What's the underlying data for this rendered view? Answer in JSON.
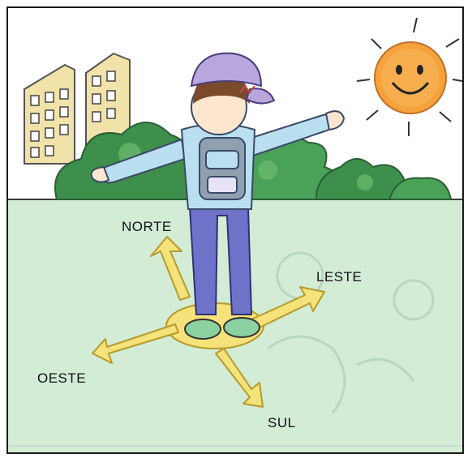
{
  "directions": {
    "north": "NORTE",
    "east": "LESTE",
    "west": "OESTE",
    "south": "SUL"
  },
  "colors": {
    "sky": "#ffffff",
    "ground": "#d2ecd6",
    "bush": "#3e8f4c",
    "building": "#f0e2a8",
    "sun": "#f5a23c",
    "arrow": "#f4e27a",
    "jacket": "#b9dff0",
    "pants": "#6f72c9",
    "cap": "#b8a6dc"
  },
  "icons": [
    "sun-icon",
    "building-icon",
    "compass-arrows-icon",
    "child-figure-icon"
  ]
}
